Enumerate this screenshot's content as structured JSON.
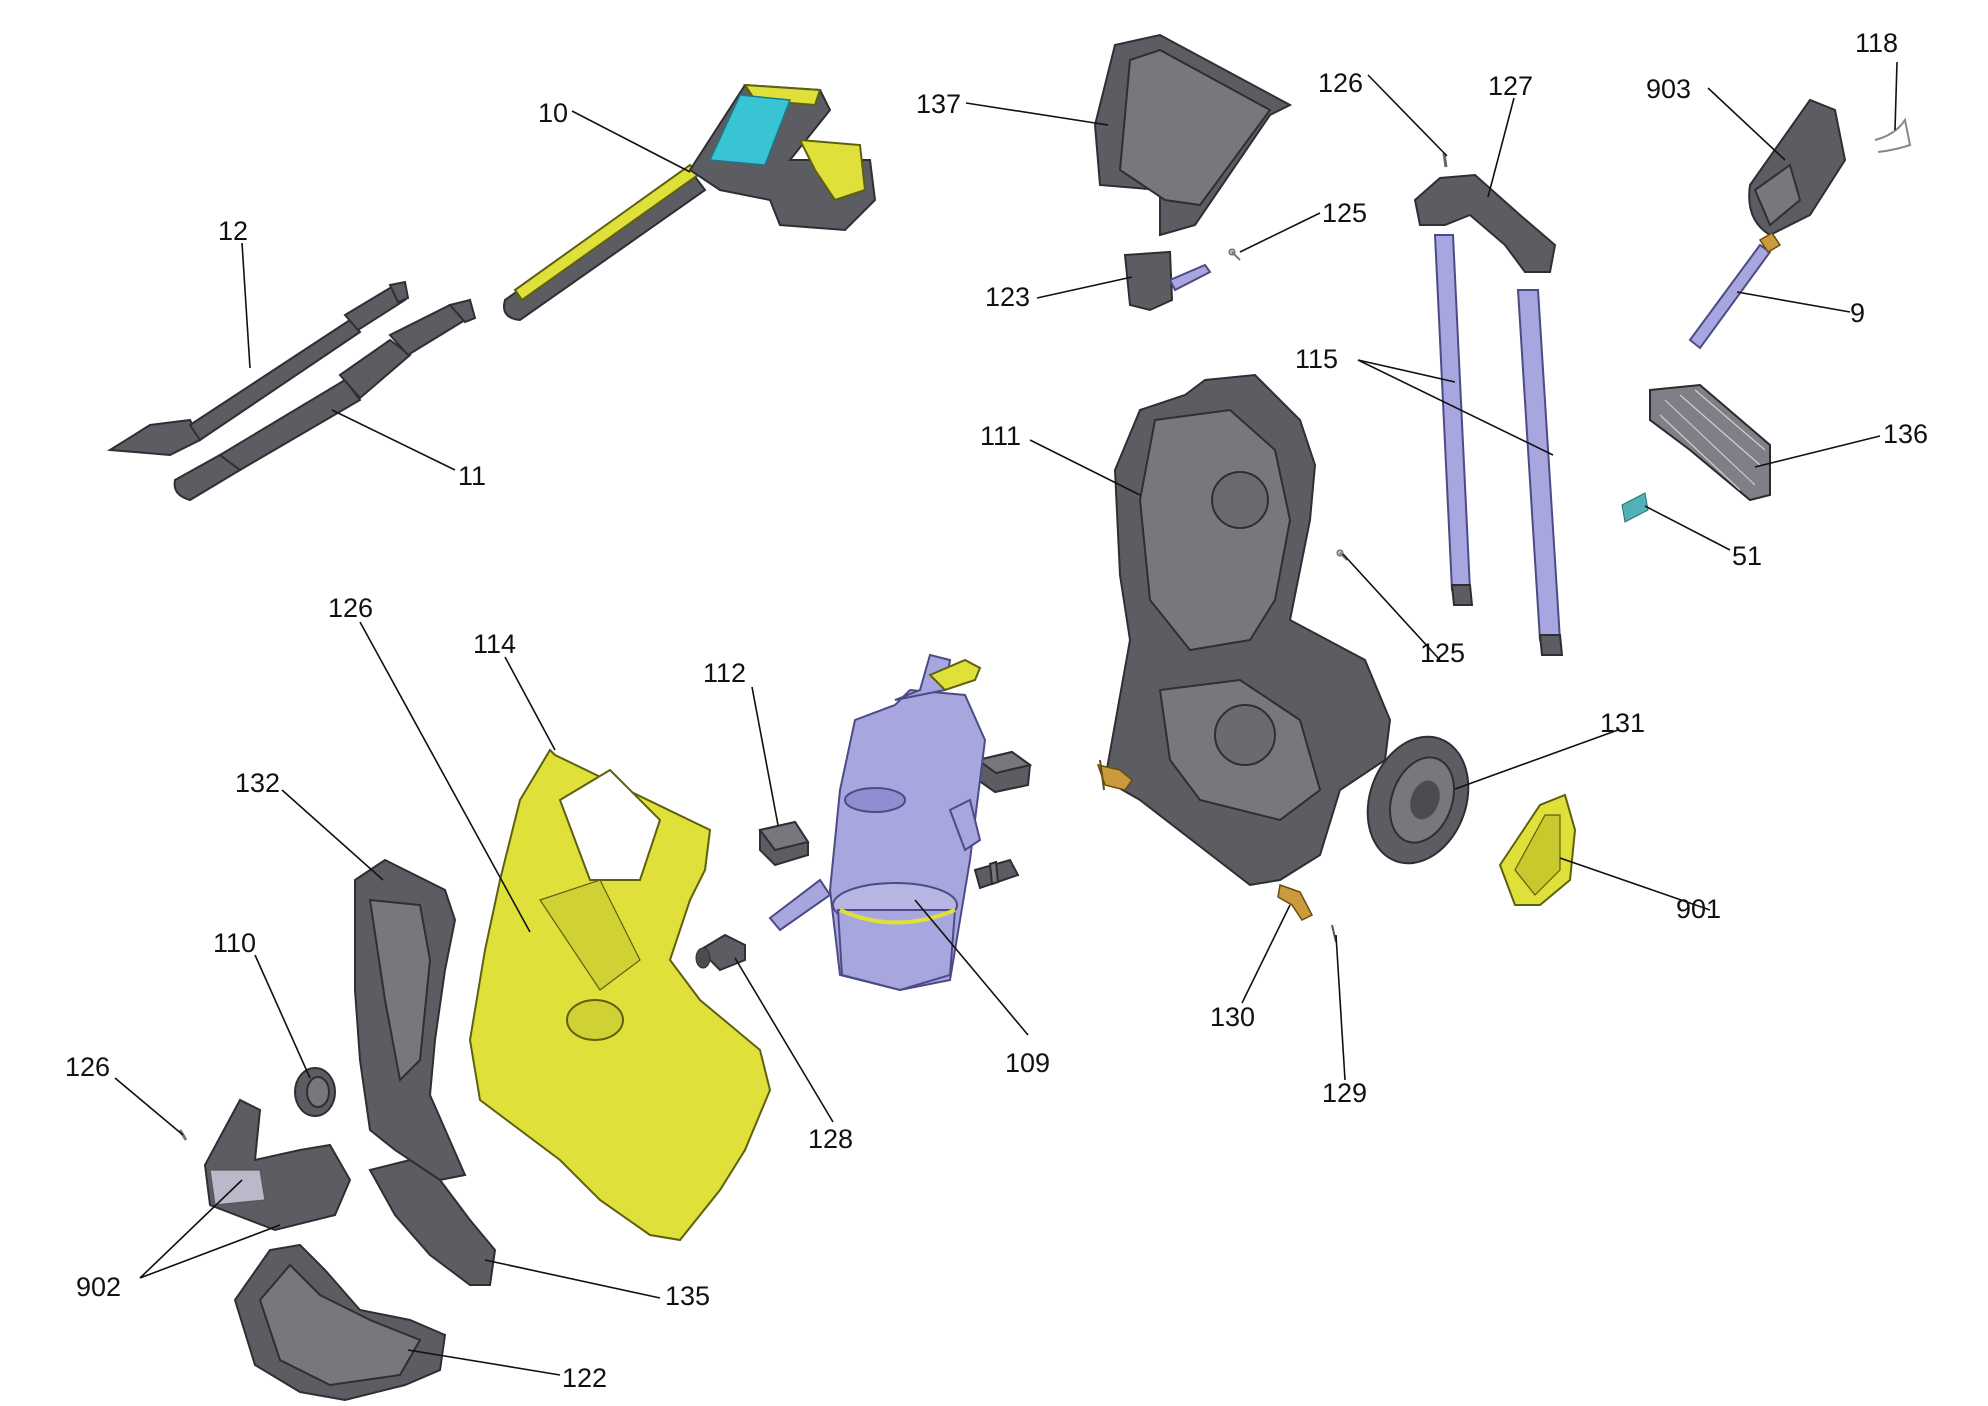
{
  "labels": {
    "l10": "10",
    "l12": "12",
    "l11": "11",
    "l137": "137",
    "l126a": "126",
    "l127": "127",
    "l903": "903",
    "l118": "118",
    "l125a": "125",
    "l123": "123",
    "l9": "9",
    "l115": "115",
    "l111": "111",
    "l136": "136",
    "l51": "51",
    "l125b": "125",
    "l126b": "126",
    "l114": "114",
    "l112": "112",
    "l132": "132",
    "l131": "131",
    "l901": "901",
    "l110": "110",
    "l109": "109",
    "l130": "130",
    "l126c": "126",
    "l129": "129",
    "l128": "128",
    "l902": "902",
    "l135": "135",
    "l122": "122"
  },
  "colors": {
    "part_dark": "#5c5d63",
    "part_yellow": "#dfe13a",
    "part_lavender": "#a8a6de",
    "display_cyan": "#38c4d4",
    "brass": "#c99b3c"
  }
}
